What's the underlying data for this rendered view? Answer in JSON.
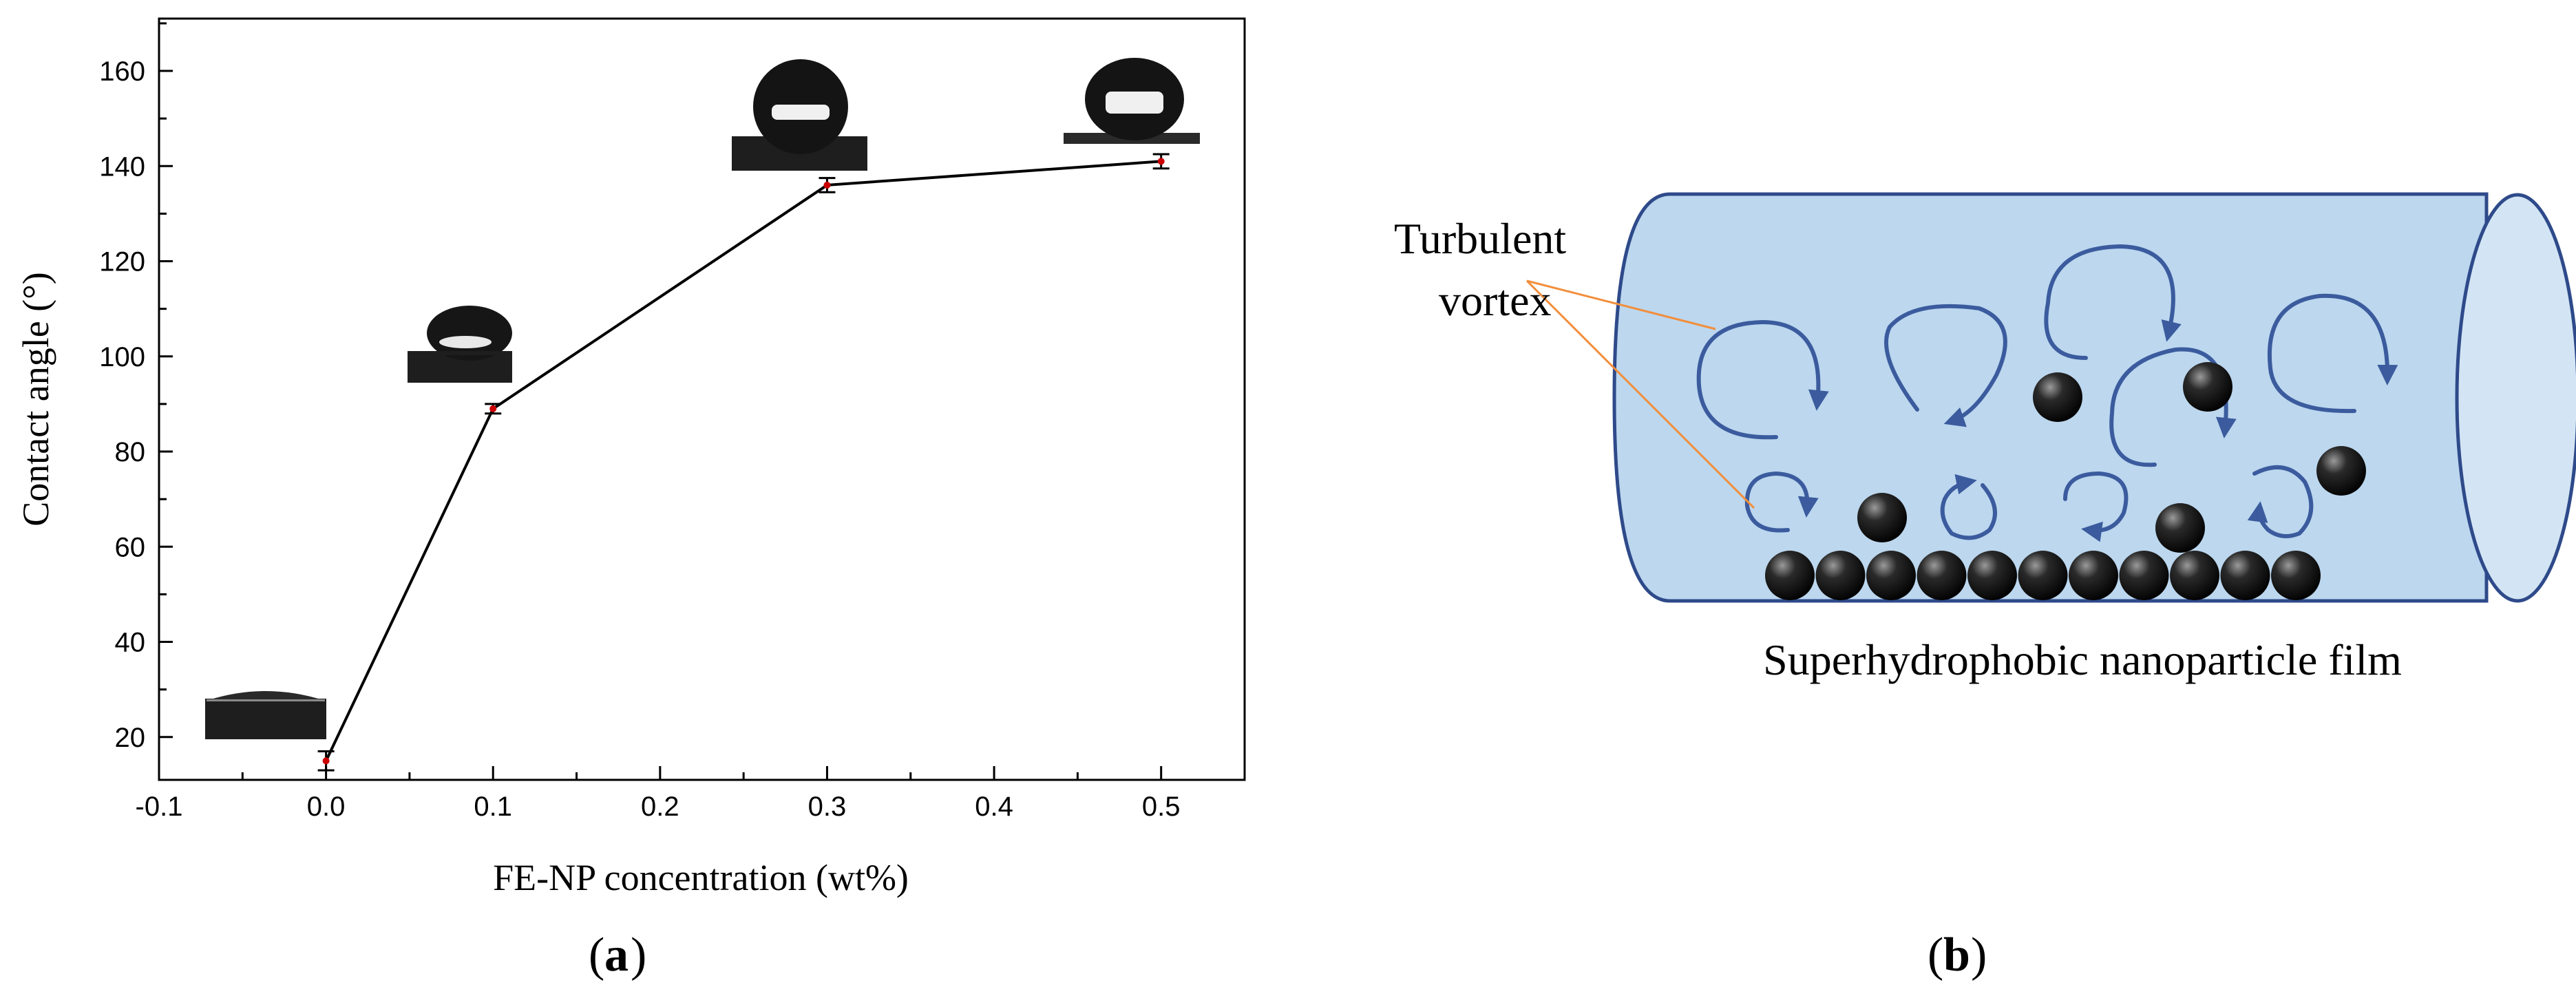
{
  "panel_a": {
    "label": "a",
    "chart_data": {
      "type": "line",
      "x": [
        0.0,
        0.1,
        0.3,
        0.5
      ],
      "y": [
        15,
        89,
        136,
        141
      ],
      "y_error": [
        2,
        1,
        1.5,
        1.5
      ],
      "xlabel": "FE-NP concentration (wt%)",
      "ylabel": "Contact angle (°)",
      "xlim": [
        -0.1,
        0.55
      ],
      "ylim": [
        11,
        171
      ],
      "x_ticks": [
        -0.1,
        0.0,
        0.1,
        0.2,
        0.3,
        0.4,
        0.5
      ],
      "x_tick_labels": [
        "-0.1",
        "0.0",
        "0.1",
        "0.2",
        "0.3",
        "0.4",
        "0.5"
      ],
      "y_ticks": [
        20,
        40,
        60,
        80,
        100,
        120,
        140,
        160
      ],
      "y_tick_labels": [
        "20",
        "40",
        "60",
        "80",
        "100",
        "120",
        "140",
        "160"
      ],
      "grid": false,
      "line_color": "#000000",
      "error_bar_color": "#cc0000",
      "insets": "water droplet photographs above each data point"
    }
  },
  "panel_b": {
    "label": "b",
    "vortex_label_line1": "Turbulent",
    "vortex_label_line2": "vortex",
    "film_label": "Superhydrophobic nanoparticle film",
    "colors": {
      "pipe_fill": "#bcd7ee",
      "pipe_end": "#d3e5f4",
      "outline": "#2e4a8a",
      "arrow": "#3b5b9e",
      "leader": "#f28e3c",
      "particle": "#111111"
    }
  }
}
